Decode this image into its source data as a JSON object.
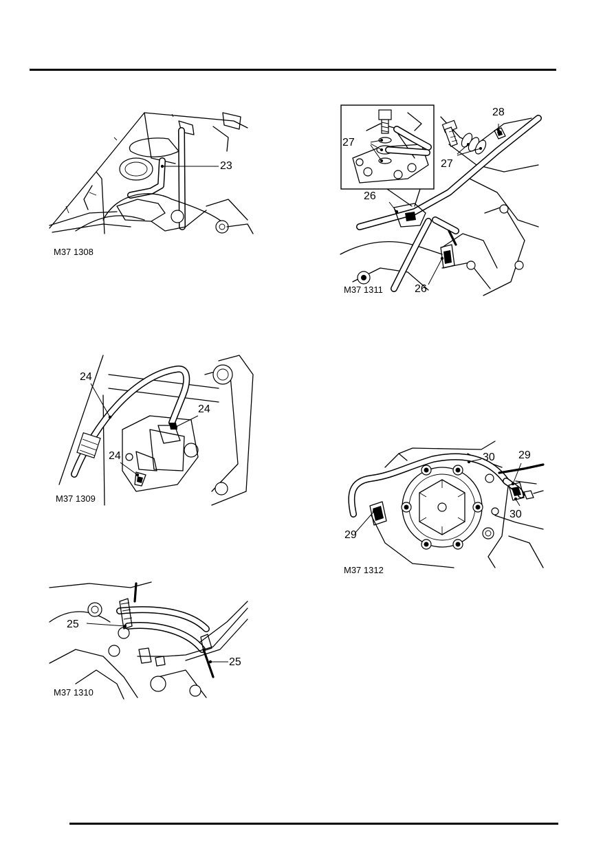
{
  "figures": [
    {
      "id": "fig1",
      "code": "M37 1308",
      "callouts": [
        "23"
      ]
    },
    {
      "id": "fig2",
      "code": "M37 1309",
      "callouts": [
        "24",
        "24",
        "24"
      ]
    },
    {
      "id": "fig3",
      "code": "M37 1310",
      "callouts": [
        "25",
        "25"
      ]
    },
    {
      "id": "fig4",
      "code": "M37 1311",
      "callouts": [
        "27",
        "28",
        "27",
        "26",
        "26"
      ]
    },
    {
      "id": "fig5",
      "code": "M37 1312",
      "callouts": [
        "30",
        "29",
        "29",
        "30"
      ]
    }
  ]
}
